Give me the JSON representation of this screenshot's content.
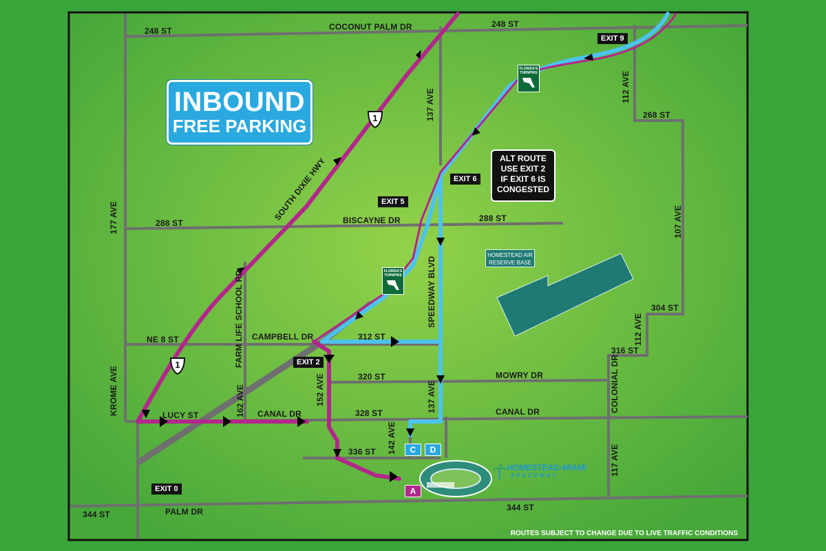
{
  "title": {
    "line1": "INBOUND",
    "line2": "FREE PARKING"
  },
  "alt_route": {
    "line1": "ALT ROUTE",
    "line2": "USE EXIT 2",
    "line3": "IF EXIT 6 IS",
    "line4": "CONGESTED"
  },
  "base_label": {
    "line1": "HOMESTEAD AIR",
    "line2": "RESERVE BASE"
  },
  "footer": "ROUTES SUBJECT TO CHANGE DUE TO LIVE TRAFFIC CONDITIONS",
  "speedway_logo": {
    "line1": "HOMESTEAD-MIAMI",
    "line2": "SPEEDWAY"
  },
  "shield_number": "1",
  "turnpike_text": "FLORIDA'S TURNPIKE",
  "exits": {
    "exit9": "EXIT 9",
    "exit6": "EXIT 6",
    "exit5": "EXIT 5",
    "exit2": "EXIT 2",
    "exit0": "EXIT 0"
  },
  "lots": {
    "a": "A",
    "c": "C",
    "d": "D"
  },
  "streets": {
    "st248_left": "248 ST",
    "coconut_palm": "COCONUT PALM DR",
    "st248_right": "248 ST",
    "ave137_top": "137 AVE",
    "ave112_top": "112 AVE",
    "st268": "268 ST",
    "south_dixie": "SOUTH DIXIE HWY",
    "ave177": "177 AVE",
    "st288_left": "288 ST",
    "biscayne": "BISCAYNE DR",
    "st288_right": "288 ST",
    "ave107": "107 AVE",
    "farm_life": "FARM LIFE SCHOOL RD",
    "speedway_blvd": "SPEEDWAY BLVD",
    "ne8": "NE 8 ST",
    "campbell": "CAMPBELL DR",
    "st312": "312 ST",
    "st304": "304 ST",
    "ave112_mid": "112 AVE",
    "st316": "316 ST",
    "krome": "KROME AVE",
    "ave162": "162 AVE",
    "ave152": "152 AVE",
    "st320": "320 ST",
    "mowry": "MOWRY DR",
    "ave137_bottom": "137 AVE",
    "colonial": "COLONIAL DR",
    "lucy": "LUCY ST",
    "canal_left": "CANAL DR",
    "st328": "328 ST",
    "canal_right": "CANAL DR",
    "ave142": "142 AVE",
    "st336": "336 ST",
    "ave117": "117 AVE",
    "st344_left": "344 ST",
    "palm": "PALM DR",
    "st344_right": "344 ST"
  },
  "colors": {
    "background_outer": "#3aa53a",
    "map_center": "#8fd046",
    "map_edge": "#4cae3a",
    "road": "#6f6f6f",
    "route_pink": "#b3278b",
    "route_blue": "#4cc3ee",
    "base": "#1f7a73",
    "title_bg": "#2aa8e0"
  }
}
